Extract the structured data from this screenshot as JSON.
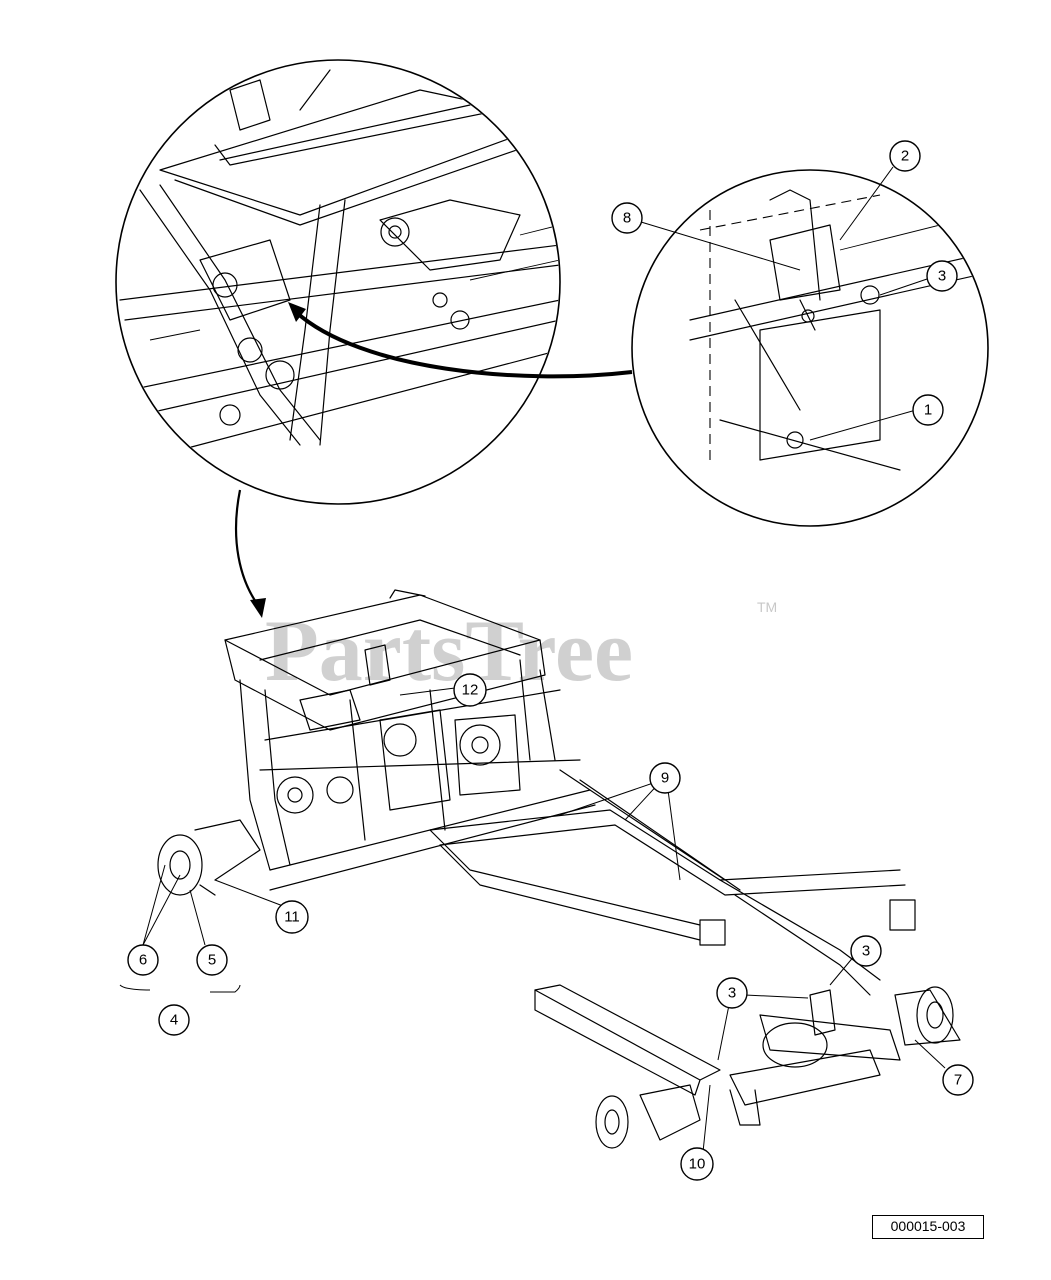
{
  "watermark": {
    "text": "PartsTree",
    "trademark": "TM"
  },
  "figure_number": "000015-003",
  "callouts": [
    {
      "id": "callout-1",
      "label": "1"
    },
    {
      "id": "callout-2",
      "label": "2"
    },
    {
      "id": "callout-3-detail",
      "label": "3"
    },
    {
      "id": "callout-8",
      "label": "8"
    },
    {
      "id": "callout-12",
      "label": "12"
    },
    {
      "id": "callout-9",
      "label": "9"
    },
    {
      "id": "callout-11",
      "label": "11"
    },
    {
      "id": "callout-6",
      "label": "6"
    },
    {
      "id": "callout-5",
      "label": "5"
    },
    {
      "id": "callout-4",
      "label": "4"
    },
    {
      "id": "callout-3-right",
      "label": "3"
    },
    {
      "id": "callout-3-left",
      "label": "3"
    },
    {
      "id": "callout-7",
      "label": "7"
    },
    {
      "id": "callout-10",
      "label": "10"
    }
  ]
}
